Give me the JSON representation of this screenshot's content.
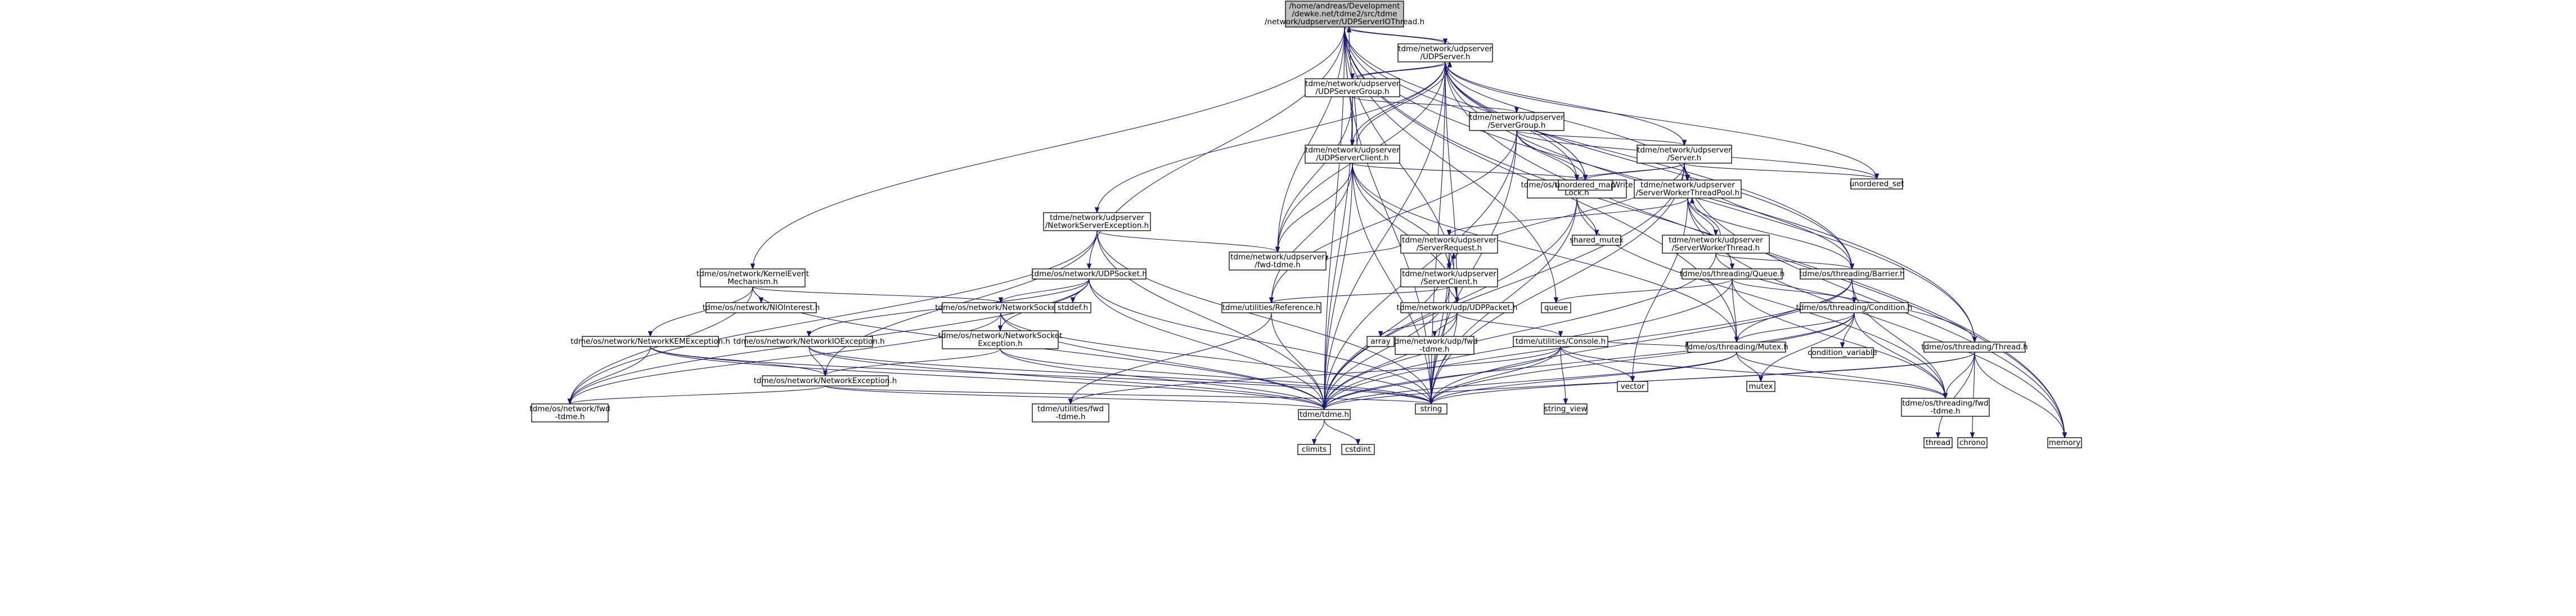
{
  "colors": {
    "root_fill": "#bfbfbf",
    "node_fill": "#ffffff",
    "node_border": "#000000",
    "system_border": "#bfbfbf",
    "red_border": "#ff0000",
    "edge": "#191970"
  },
  "nodes": [
    {
      "id": "root",
      "lines": [
        "/home/andreas/Development",
        "/dewke.net/tdme2/src/tdme",
        "/network/udpserver/UDPServerIOThread.h"
      ],
      "kind": "root"
    },
    {
      "id": "UDPServer",
      "lines": [
        "tdme/network/udpserver",
        "/UDPServer.h"
      ],
      "kind": "normal"
    },
    {
      "id": "UDPServerGroup",
      "lines": [
        "tdme/network/udpserver",
        "/UDPServerGroup.h"
      ],
      "kind": "normal"
    },
    {
      "id": "ServerGroup",
      "lines": [
        "tdme/network/udpserver",
        "/ServerGroup.h"
      ],
      "kind": "red"
    },
    {
      "id": "UDPServerClient",
      "lines": [
        "tdme/network/udpserver",
        "/UDPServerClient.h"
      ],
      "kind": "normal"
    },
    {
      "id": "Server",
      "lines": [
        "tdme/network/udpserver",
        "/Server.h"
      ],
      "kind": "normal"
    },
    {
      "id": "ReadWriteLock",
      "lines": [
        "tdme/os/threading/ReadWrite",
        "Lock.h"
      ],
      "kind": "normal"
    },
    {
      "id": "ServerWorkerThreadPool",
      "lines": [
        "tdme/network/udpserver",
        "/ServerWorkerThreadPool.h"
      ],
      "kind": "normal"
    },
    {
      "id": "ServerWorkerThread",
      "lines": [
        "tdme/network/udpserver",
        "/ServerWorkerThread.h"
      ],
      "kind": "red"
    },
    {
      "id": "NetworkServerException",
      "lines": [
        "tdme/network/udpserver",
        "/NetworkServerException.h"
      ],
      "kind": "normal"
    },
    {
      "id": "ServerRequest",
      "lines": [
        "tdme/network/udpserver",
        "/ServerRequest.h"
      ],
      "kind": "normal"
    },
    {
      "id": "ServerClient",
      "lines": [
        "tdme/network/udpserver",
        "/ServerClient.h"
      ],
      "kind": "red"
    },
    {
      "id": "udpserverfwd",
      "lines": [
        "tdme/network/udpserver",
        "/fwd-tdme.h"
      ],
      "kind": "normal"
    },
    {
      "id": "KernelEventMechanism",
      "lines": [
        "tdme/os/network/KernelEvent",
        "Mechanism.h"
      ],
      "kind": "normal"
    },
    {
      "id": "UDPSocket",
      "lines": [
        "tdme/os/network/UDPSocket.h"
      ],
      "kind": "normal"
    },
    {
      "id": "NIOInterest",
      "lines": [
        "tdme/os/network/NIOInterest.h"
      ],
      "kind": "normal"
    },
    {
      "id": "NetworkSocket",
      "lines": [
        "tdme/os/network/NetworkSocket.h"
      ],
      "kind": "normal"
    },
    {
      "id": "NetworkKEMException",
      "lines": [
        "tdme/os/network/NetworkKEMException.h"
      ],
      "kind": "normal"
    },
    {
      "id": "NetworkIOException",
      "lines": [
        "tdme/os/network/NetworkIOException.h"
      ],
      "kind": "normal"
    },
    {
      "id": "NetworkSocketException",
      "lines": [
        "tdme/os/network/NetworkSocket",
        "Exception.h"
      ],
      "kind": "normal"
    },
    {
      "id": "NetworkException",
      "lines": [
        "tdme/os/network/NetworkException.h"
      ],
      "kind": "red"
    },
    {
      "id": "osnetworkfwd",
      "lines": [
        "tdme/os/network/fwd",
        "-tdme.h"
      ],
      "kind": "normal"
    },
    {
      "id": "stddef",
      "lines": [
        "stddef.h"
      ],
      "kind": "system"
    },
    {
      "id": "Reference",
      "lines": [
        "tdme/utilities/Reference.h"
      ],
      "kind": "red"
    },
    {
      "id": "UDPPacket",
      "lines": [
        "tdme/network/udp/UDPPacket.h"
      ],
      "kind": "normal"
    },
    {
      "id": "udpfwd",
      "lines": [
        "tdme/network/udp/fwd",
        "-tdme.h"
      ],
      "kind": "normal"
    },
    {
      "id": "array",
      "lines": [
        "array"
      ],
      "kind": "system"
    },
    {
      "id": "Console",
      "lines": [
        "tdme/utilities/Console.h"
      ],
      "kind": "normal"
    },
    {
      "id": "utilitiesfwd",
      "lines": [
        "tdme/utilities/fwd",
        "-tdme.h"
      ],
      "kind": "normal"
    },
    {
      "id": "tdme",
      "lines": [
        "tdme/tdme.h"
      ],
      "kind": "normal"
    },
    {
      "id": "climits",
      "lines": [
        "climits"
      ],
      "kind": "system"
    },
    {
      "id": "cstdint",
      "lines": [
        "cstdint"
      ],
      "kind": "system"
    },
    {
      "id": "string",
      "lines": [
        "string"
      ],
      "kind": "system"
    },
    {
      "id": "string_view",
      "lines": [
        "string_view"
      ],
      "kind": "system"
    },
    {
      "id": "vector",
      "lines": [
        "vector"
      ],
      "kind": "system"
    },
    {
      "id": "queue",
      "lines": [
        "queue"
      ],
      "kind": "system"
    },
    {
      "id": "unordered_map",
      "lines": [
        "unordered_map"
      ],
      "kind": "system"
    },
    {
      "id": "unordered_set",
      "lines": [
        "unordered_set"
      ],
      "kind": "system"
    },
    {
      "id": "shared_mutex",
      "lines": [
        "shared_mutex"
      ],
      "kind": "system"
    },
    {
      "id": "Queue",
      "lines": [
        "tdme/os/threading/Queue.h"
      ],
      "kind": "normal"
    },
    {
      "id": "Barrier",
      "lines": [
        "tdme/os/threading/Barrier.h"
      ],
      "kind": "normal"
    },
    {
      "id": "Condition",
      "lines": [
        "tdme/os/threading/Condition.h"
      ],
      "kind": "normal"
    },
    {
      "id": "condition_variable",
      "lines": [
        "condition_variable"
      ],
      "kind": "system"
    },
    {
      "id": "Mutex",
      "lines": [
        "tdme/os/threading/Mutex.h"
      ],
      "kind": "normal"
    },
    {
      "id": "mutex",
      "lines": [
        "mutex"
      ],
      "kind": "system"
    },
    {
      "id": "Thread",
      "lines": [
        "tdme/os/threading/Thread.h"
      ],
      "kind": "normal"
    },
    {
      "id": "threadingfwd",
      "lines": [
        "tdme/os/threading/fwd",
        "-tdme.h"
      ],
      "kind": "normal"
    },
    {
      "id": "thread",
      "lines": [
        "thread"
      ],
      "kind": "system"
    },
    {
      "id": "chrono",
      "lines": [
        "chrono"
      ],
      "kind": "system"
    },
    {
      "id": "memory",
      "lines": [
        "memory"
      ],
      "kind": "system"
    }
  ],
  "edges": [
    [
      "root",
      "UDPServer"
    ],
    [
      "root",
      "UDPServerClient"
    ],
    [
      "root",
      "KernelEventMechanism"
    ],
    [
      "root",
      "UDPSocket"
    ],
    [
      "root",
      "udpserverfwd"
    ],
    [
      "root",
      "UDPPacket"
    ],
    [
      "root",
      "tdme"
    ],
    [
      "root",
      "string"
    ],
    [
      "root",
      "queue"
    ],
    [
      "root",
      "unordered_map"
    ],
    [
      "root",
      "Barrier"
    ],
    [
      "root",
      "Mutex"
    ],
    [
      "root",
      "Thread"
    ],
    [
      "root",
      "memory"
    ],
    [
      "UDPServer",
      "root"
    ],
    [
      "UDPServer",
      "UDPServerGroup"
    ],
    [
      "UDPServer",
      "UDPServerClient"
    ],
    [
      "UDPServer",
      "Server"
    ],
    [
      "UDPServer",
      "ServerWorkerThreadPool"
    ],
    [
      "UDPServer",
      "NetworkServerException"
    ],
    [
      "UDPServer",
      "udpserverfwd"
    ],
    [
      "UDPServer",
      "ReadWriteLock"
    ],
    [
      "UDPServer",
      "UDPPacket"
    ],
    [
      "UDPServer",
      "tdme"
    ],
    [
      "UDPServer",
      "string"
    ],
    [
      "UDPServer",
      "unordered_map"
    ],
    [
      "UDPServer",
      "unordered_set"
    ],
    [
      "UDPServer",
      "Barrier"
    ],
    [
      "UDPServer",
      "Thread"
    ],
    [
      "UDPServer",
      "memory"
    ],
    [
      "UDPServerGroup",
      "UDPServer"
    ],
    [
      "UDPServerGroup",
      "UDPServerClient"
    ],
    [
      "UDPServerGroup",
      "ServerGroup"
    ],
    [
      "UDPServerGroup",
      "udpserverfwd"
    ],
    [
      "UDPServerGroup",
      "tdme"
    ],
    [
      "ServerGroup",
      "Server"
    ],
    [
      "ServerGroup",
      "ReadWriteLock"
    ],
    [
      "ServerGroup",
      "Reference"
    ],
    [
      "ServerGroup",
      "tdme"
    ],
    [
      "ServerGroup",
      "string"
    ],
    [
      "ServerGroup",
      "unordered_map"
    ],
    [
      "ServerGroup",
      "unordered_set"
    ],
    [
      "UDPServerClient",
      "root"
    ],
    [
      "UDPServerClient",
      "UDPServer"
    ],
    [
      "UDPServerClient",
      "ServerClient"
    ],
    [
      "UDPServerClient",
      "udpserverfwd"
    ],
    [
      "UDPServerClient",
      "Reference"
    ],
    [
      "UDPServerClient",
      "UDPPacket"
    ],
    [
      "UDPServerClient",
      "tdme"
    ],
    [
      "UDPServerClient",
      "string"
    ],
    [
      "UDPServerClient",
      "unordered_map"
    ],
    [
      "UDPServerClient",
      "Mutex"
    ],
    [
      "Server",
      "ServerWorkerThreadPool"
    ],
    [
      "Server",
      "ServerClient"
    ],
    [
      "Server",
      "ReadWriteLock"
    ],
    [
      "Server",
      "Barrier"
    ],
    [
      "Server",
      "tdme"
    ],
    [
      "Server",
      "string"
    ],
    [
      "Server",
      "unordered_map"
    ],
    [
      "Server",
      "unordered_set"
    ],
    [
      "Server",
      "memory"
    ],
    [
      "ReadWriteLock",
      "tdme"
    ],
    [
      "ReadWriteLock",
      "shared_mutex"
    ],
    [
      "ReadWriteLock",
      "string"
    ],
    [
      "ReadWriteLock",
      "threadingfwd"
    ],
    [
      "ServerWorkerThreadPool",
      "ServerRequest"
    ],
    [
      "ServerWorkerThreadPool",
      "ServerWorkerThread"
    ],
    [
      "ServerWorkerThreadPool",
      "Queue"
    ],
    [
      "ServerWorkerThreadPool",
      "Barrier"
    ],
    [
      "ServerWorkerThreadPool",
      "vector"
    ],
    [
      "ServerWorkerThreadPool",
      "memory"
    ],
    [
      "ServerWorkerThread",
      "ServerWorkerThreadPool"
    ],
    [
      "ServerWorkerThread",
      "Barrier"
    ],
    [
      "ServerWorkerThread",
      "Thread"
    ],
    [
      "ServerWorkerThread",
      "tdme"
    ],
    [
      "NetworkServerException",
      "NetworkException"
    ],
    [
      "NetworkServerException",
      "udpserverfwd"
    ],
    [
      "NetworkServerException",
      "osnetworkfwd"
    ],
    [
      "NetworkServerException",
      "tdme"
    ],
    [
      "NetworkServerException",
      "string"
    ],
    [
      "ServerRequest",
      "ServerClient"
    ],
    [
      "ServerRequest",
      "udpserverfwd"
    ],
    [
      "ServerRequest",
      "UDPPacket"
    ],
    [
      "ServerRequest",
      "tdme"
    ],
    [
      "ServerRequest",
      "string"
    ],
    [
      "ServerClient",
      "ServerRequest"
    ],
    [
      "ServerClient",
      "Reference"
    ],
    [
      "ServerClient",
      "UDPPacket"
    ],
    [
      "ServerClient",
      "tdme"
    ],
    [
      "ServerClient",
      "string"
    ],
    [
      "KernelEventMechanism",
      "NIOInterest"
    ],
    [
      "KernelEventMechanism",
      "NetworkSocket"
    ],
    [
      "KernelEventMechanism",
      "NetworkKEMException"
    ],
    [
      "KernelEventMechanism",
      "osnetworkfwd"
    ],
    [
      "KernelEventMechanism",
      "tdme"
    ],
    [
      "UDPSocket",
      "NetworkSocket"
    ],
    [
      "UDPSocket",
      "NetworkIOException"
    ],
    [
      "UDPSocket",
      "NetworkSocketException"
    ],
    [
      "UDPSocket",
      "stddef"
    ],
    [
      "UDPSocket",
      "osnetworkfwd"
    ],
    [
      "UDPSocket",
      "tdme"
    ],
    [
      "UDPSocket",
      "string"
    ],
    [
      "NetworkSocket",
      "NetworkSocketException"
    ],
    [
      "NetworkSocket",
      "osnetworkfwd"
    ],
    [
      "NetworkSocket",
      "tdme"
    ],
    [
      "NetworkSocket",
      "string"
    ],
    [
      "NetworkKEMException",
      "NetworkException"
    ],
    [
      "NetworkKEMException",
      "osnetworkfwd"
    ],
    [
      "NetworkKEMException",
      "tdme"
    ],
    [
      "NetworkKEMException",
      "string"
    ],
    [
      "NetworkIOException",
      "NetworkException"
    ],
    [
      "NetworkIOException",
      "tdme"
    ],
    [
      "NetworkIOException",
      "string"
    ],
    [
      "NetworkSocketException",
      "NetworkException"
    ],
    [
      "NetworkSocketException",
      "tdme"
    ],
    [
      "NetworkSocketException",
      "string"
    ],
    [
      "NetworkException",
      "osnetworkfwd"
    ],
    [
      "NetworkException",
      "tdme"
    ],
    [
      "NetworkException",
      "string"
    ],
    [
      "Reference",
      "utilitiesfwd"
    ],
    [
      "Reference",
      "tdme"
    ],
    [
      "UDPPacket",
      "udpfwd"
    ],
    [
      "UDPPacket",
      "array"
    ],
    [
      "UDPPacket",
      "Console"
    ],
    [
      "UDPPacket",
      "tdme"
    ],
    [
      "UDPPacket",
      "string"
    ],
    [
      "Console",
      "Mutex"
    ],
    [
      "Console",
      "utilitiesfwd"
    ],
    [
      "Console",
      "tdme"
    ],
    [
      "Console",
      "string"
    ],
    [
      "Console",
      "string_view"
    ],
    [
      "Console",
      "vector"
    ],
    [
      "Console",
      "threadingfwd"
    ],
    [
      "tdme",
      "climits"
    ],
    [
      "tdme",
      "cstdint"
    ],
    [
      "Queue",
      "Condition"
    ],
    [
      "Queue",
      "Mutex"
    ],
    [
      "Queue",
      "tdme"
    ],
    [
      "Queue",
      "queue"
    ],
    [
      "Queue",
      "threadingfwd"
    ],
    [
      "Barrier",
      "Condition"
    ],
    [
      "Barrier",
      "Mutex"
    ],
    [
      "Barrier",
      "tdme"
    ],
    [
      "Barrier",
      "string"
    ],
    [
      "Barrier",
      "threadingfwd"
    ],
    [
      "Condition",
      "Mutex"
    ],
    [
      "Condition",
      "condition_variable"
    ],
    [
      "Condition",
      "mutex"
    ],
    [
      "Condition",
      "tdme"
    ],
    [
      "Condition",
      "string"
    ],
    [
      "Condition",
      "threadingfwd"
    ],
    [
      "Mutex",
      "mutex"
    ],
    [
      "Mutex",
      "tdme"
    ],
    [
      "Mutex",
      "string"
    ],
    [
      "Mutex",
      "threadingfwd"
    ],
    [
      "Thread",
      "threadingfwd"
    ],
    [
      "Thread",
      "tdme"
    ],
    [
      "Thread",
      "thread"
    ],
    [
      "Thread",
      "chrono"
    ],
    [
      "Thread",
      "string"
    ],
    [
      "Thread",
      "memory"
    ]
  ]
}
